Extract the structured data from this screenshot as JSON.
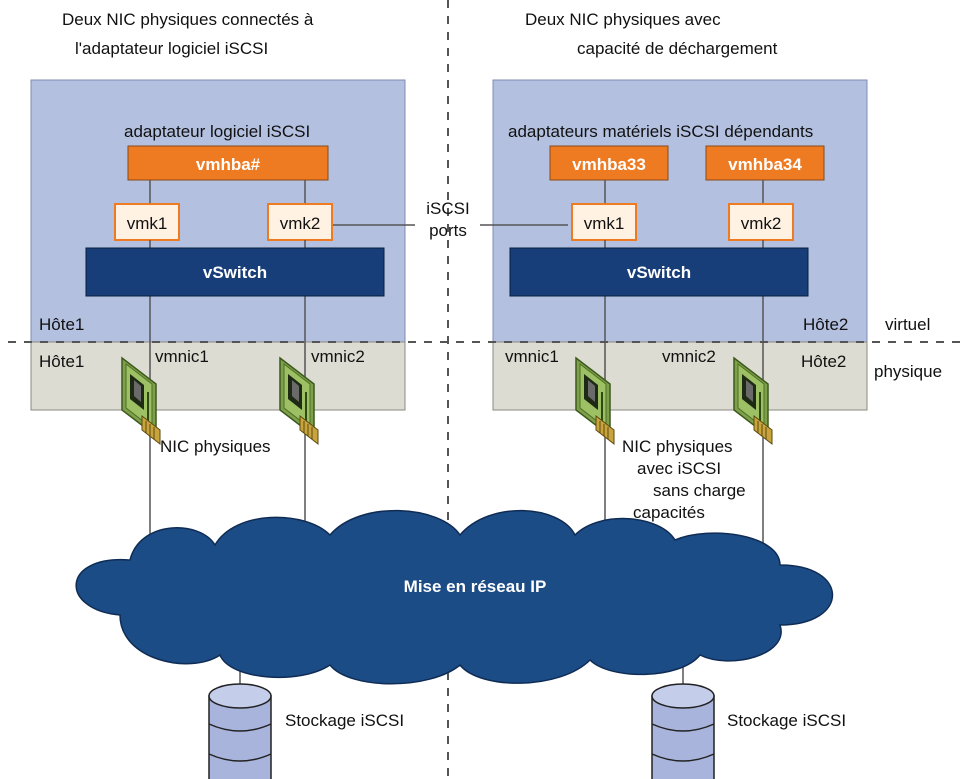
{
  "headings": {
    "left_line1": "Deux NIC physiques connectés à",
    "left_line2": "l'adaptateur logiciel iSCSI",
    "right_line1": "Deux NIC physiques avec",
    "right_line2": "capacité de déchargement"
  },
  "left_host": {
    "adapter_caption": "adaptateur logiciel iSCSI",
    "hba": "vmhba#",
    "vmk_a": "vmk1",
    "vmk_b": "vmk2",
    "vswitch": "vSwitch",
    "host_virtual": "Hôte1",
    "host_physical": "Hôte1",
    "vmnic_a": "vmnic1",
    "vmnic_b": "vmnic2",
    "nic_caption": "NIC physiques"
  },
  "right_host": {
    "adapter_caption": "adaptateurs matériels iSCSI dépendants",
    "hba_a": "vmhba33",
    "hba_b": "vmhba34",
    "vmk_a": "vmk1",
    "vmk_b": "vmk2",
    "vswitch": "vSwitch",
    "host_virtual": "Hôte2",
    "host_physical": "Hôte2",
    "vmnic_a": "vmnic1",
    "vmnic_b": "vmnic2",
    "nic_caption_lines": [
      "NIC physiques",
      "avec iSCSI",
      "sans charge",
      "capacités"
    ]
  },
  "iscsi_ports": {
    "line1": "iSCSI",
    "line2": "ports"
  },
  "layers": {
    "virtual": "virtuel",
    "physical": "physique"
  },
  "network": {
    "label": "Mise en réseau IP"
  },
  "storage": {
    "left": "Stockage iSCSI",
    "right": "Stockage iSCSI"
  },
  "colors": {
    "virtual_zone": "#b3c0e0",
    "physical_zone": "#dcdcd2",
    "hba_orange": "#ee7a22",
    "vmk_fill": "#fff2e3",
    "vmk_border": "#ee7a22",
    "vswitch_fill": "#173e78",
    "cloud_fill": "#1c4c86",
    "nic_green": "#8cb45a",
    "disk_fill": "#a8b4dc"
  },
  "icons": {
    "nic": "network-card-icon",
    "storage": "database-cylinder-icon",
    "cloud": "cloud-icon"
  }
}
